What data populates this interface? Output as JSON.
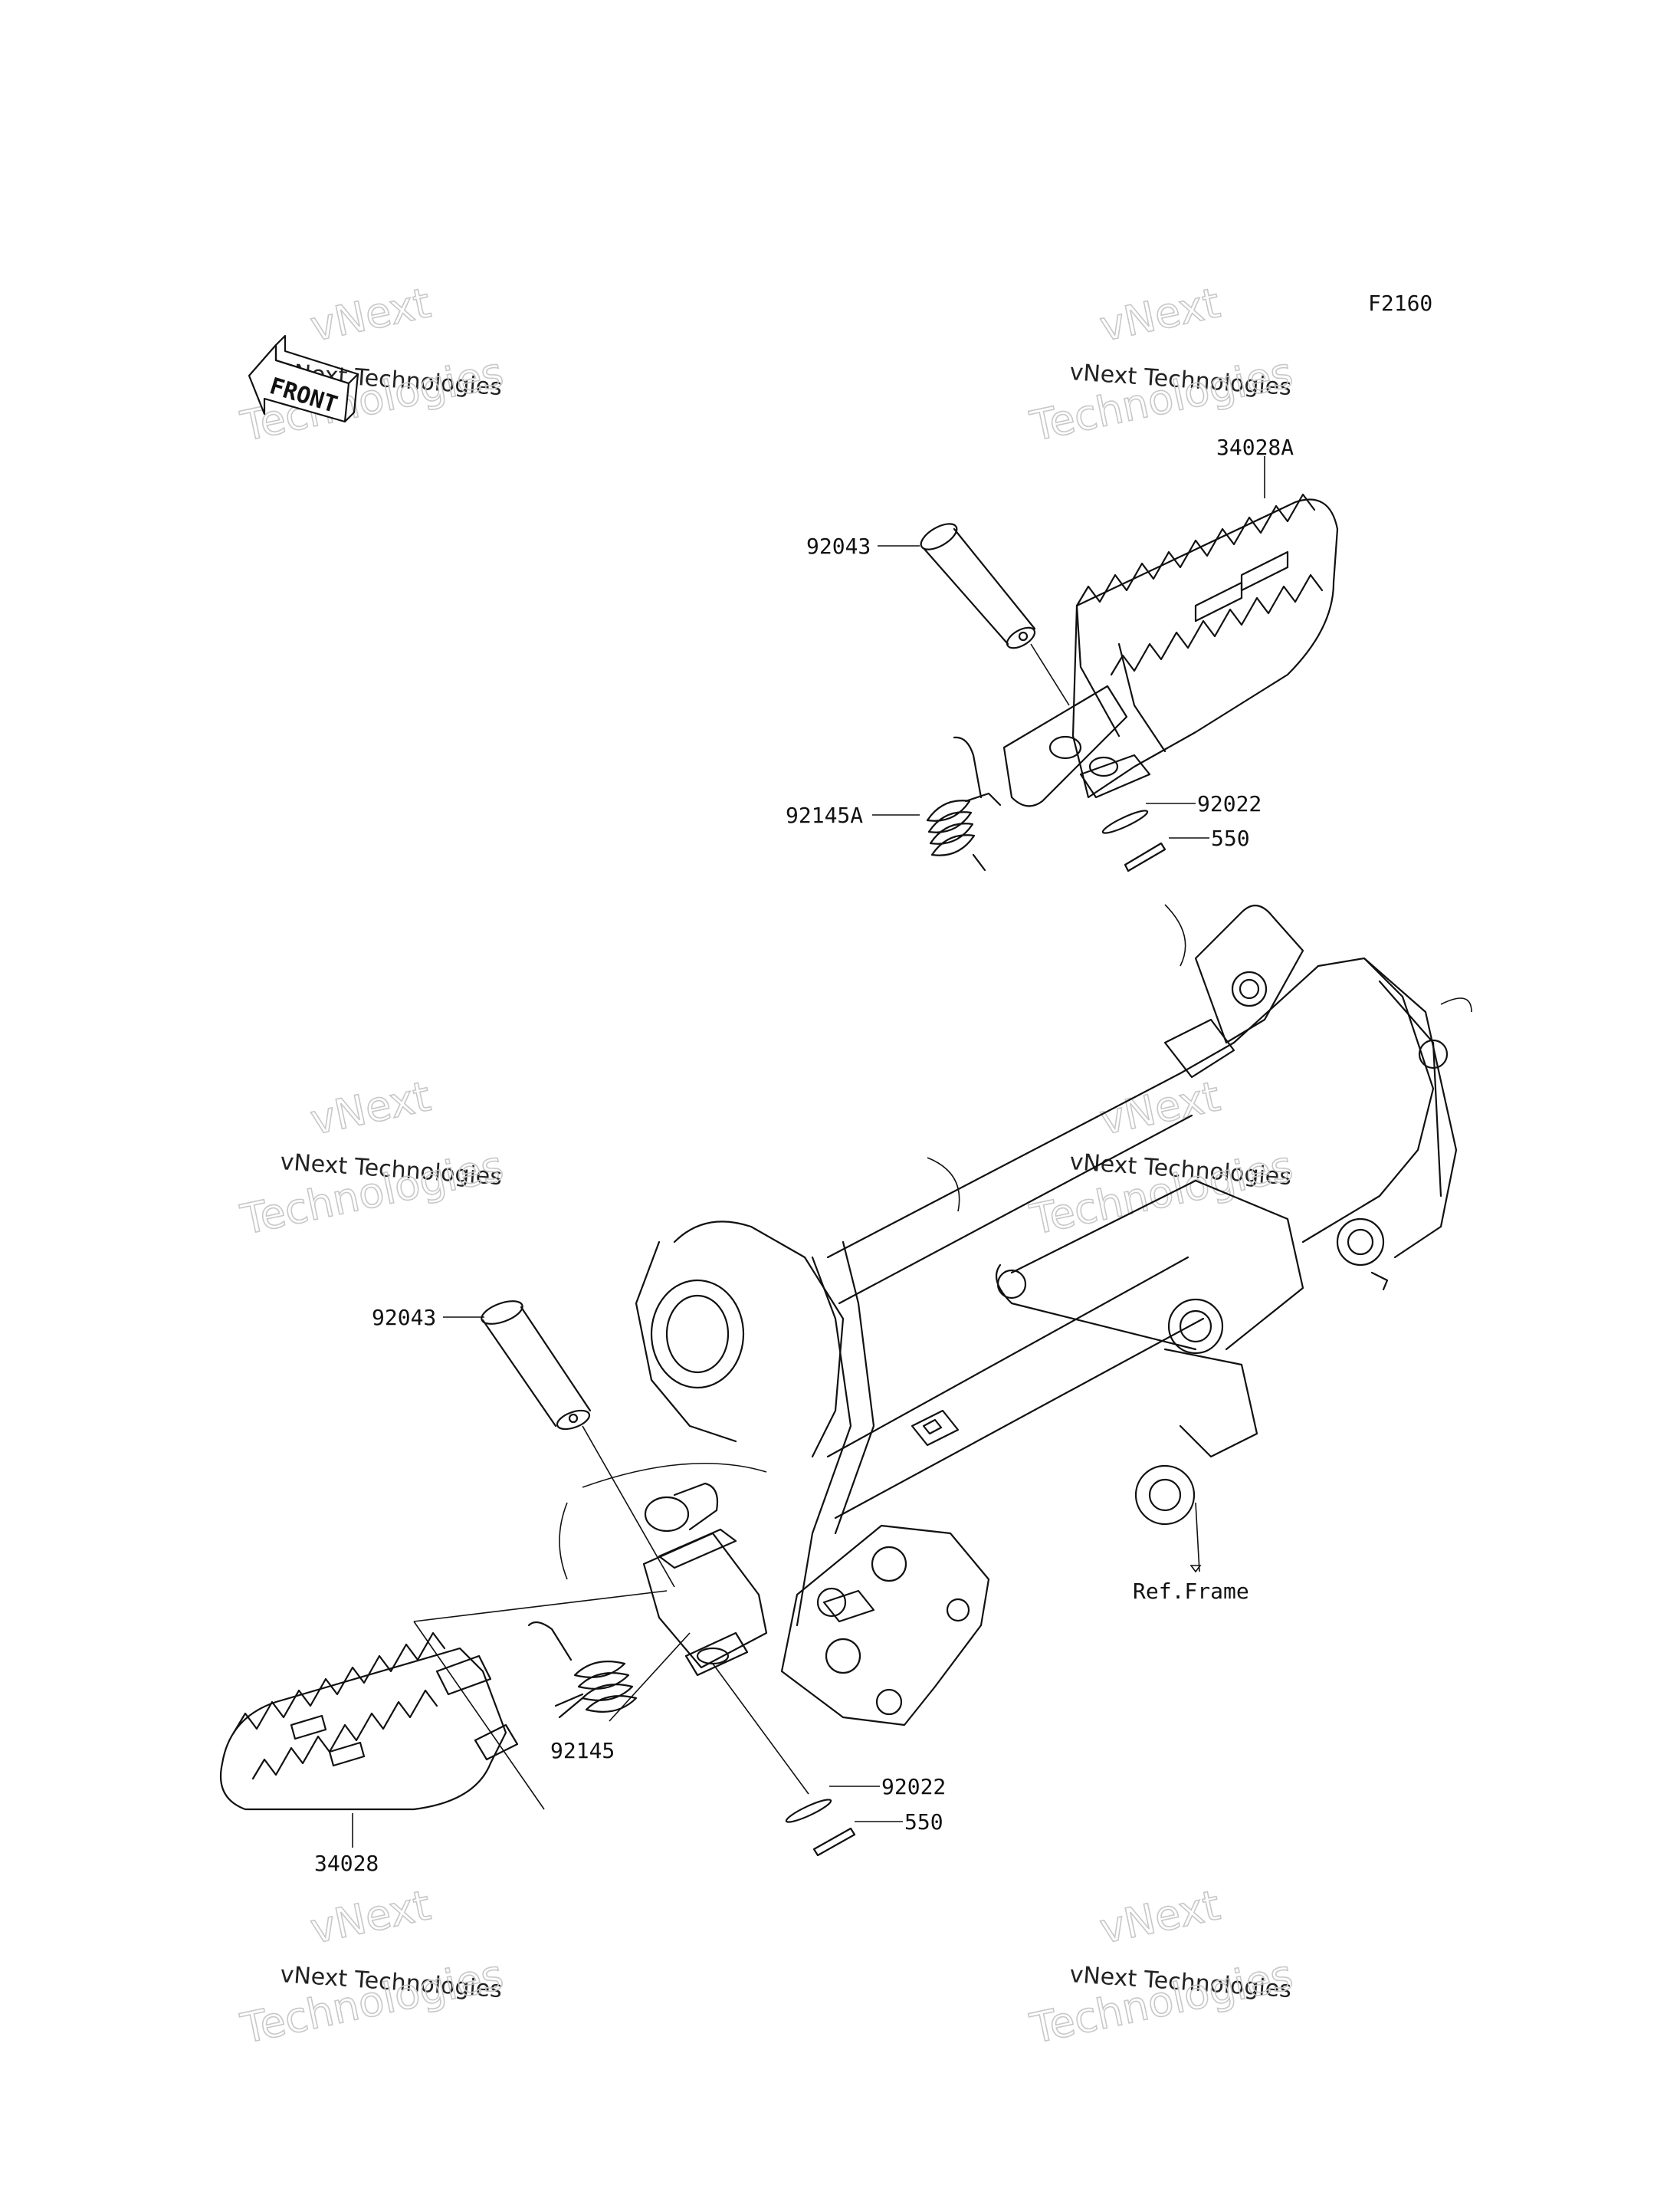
{
  "diagram_code": "F2160",
  "front_badge": "FRONT",
  "parts": {
    "upper_footpeg": "34028A",
    "upper_pin": "92043",
    "upper_spring": "92145A",
    "upper_washer": "92022",
    "upper_cotter": "550",
    "lower_footpeg": "34028",
    "lower_pin": "92043",
    "lower_spring": "92145",
    "lower_washer": "92022",
    "lower_cotter": "550",
    "ref_frame": "Ref.Frame"
  },
  "watermark": {
    "line1": "vNext",
    "line2": "vNext Technologies",
    "line3": "Technologies"
  }
}
